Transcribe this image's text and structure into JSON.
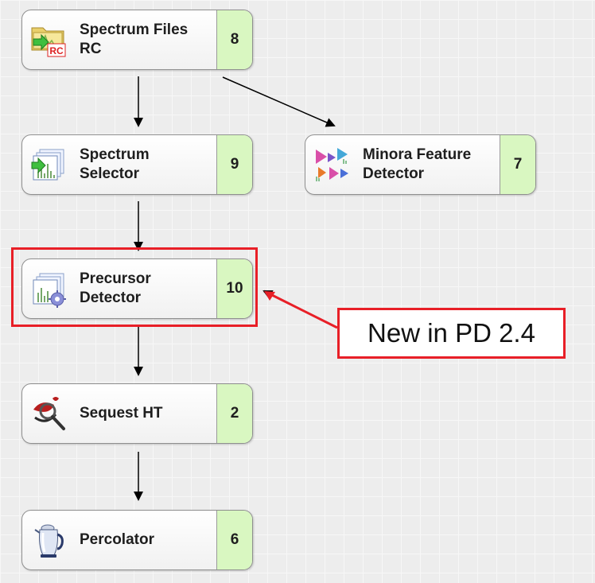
{
  "workflow": {
    "nodes": [
      {
        "label": "Spectrum Files\nRC",
        "number": "8",
        "icon": "spectrum-files-rc-icon"
      },
      {
        "label": "Spectrum\nSelector",
        "number": "9",
        "icon": "spectrum-selector-icon"
      },
      {
        "label": "Minora Feature\nDetector",
        "number": "7",
        "icon": "minora-feature-detector-icon"
      },
      {
        "label": "Precursor\nDetector",
        "number": "10",
        "icon": "precursor-detector-icon"
      },
      {
        "label": "Sequest HT",
        "number": "2",
        "icon": "sequest-ht-icon"
      },
      {
        "label": "Percolator",
        "number": "6",
        "icon": "percolator-icon"
      }
    ]
  },
  "annotation": {
    "callout_text": "New in PD 2.4",
    "color": "#e81f27"
  },
  "icon_rc_text": "RC",
  "colors": {
    "number_cell": "#d9f7c1",
    "node_border": "#8f8f8f"
  }
}
